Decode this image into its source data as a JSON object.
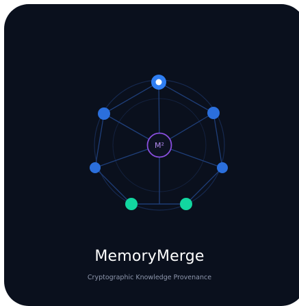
{
  "app": {
    "title": "MemoryMerge",
    "subtitle": "Cryptographic Knowledge Provenance"
  },
  "logo": {
    "center_label": "M²",
    "nodes": [
      {
        "name": "top",
        "color": "#2f7ef2",
        "highlight": true
      },
      {
        "name": "upper-left",
        "color": "#2b6fdc"
      },
      {
        "name": "upper-right",
        "color": "#2b6fdc"
      },
      {
        "name": "lower-left",
        "color": "#2b6fdc"
      },
      {
        "name": "lower-right",
        "color": "#2b6fdc"
      },
      {
        "name": "bottom-left",
        "color": "#12d6a0"
      },
      {
        "name": "bottom-right",
        "color": "#12d6a0"
      }
    ]
  },
  "colors": {
    "background": "#0a101d",
    "line": "#1f3f7a",
    "hub_ring": "#8a4fe0",
    "hub_text": "#b48cf2",
    "title": "#ffffff",
    "subtitle": "#8e97ad"
  }
}
